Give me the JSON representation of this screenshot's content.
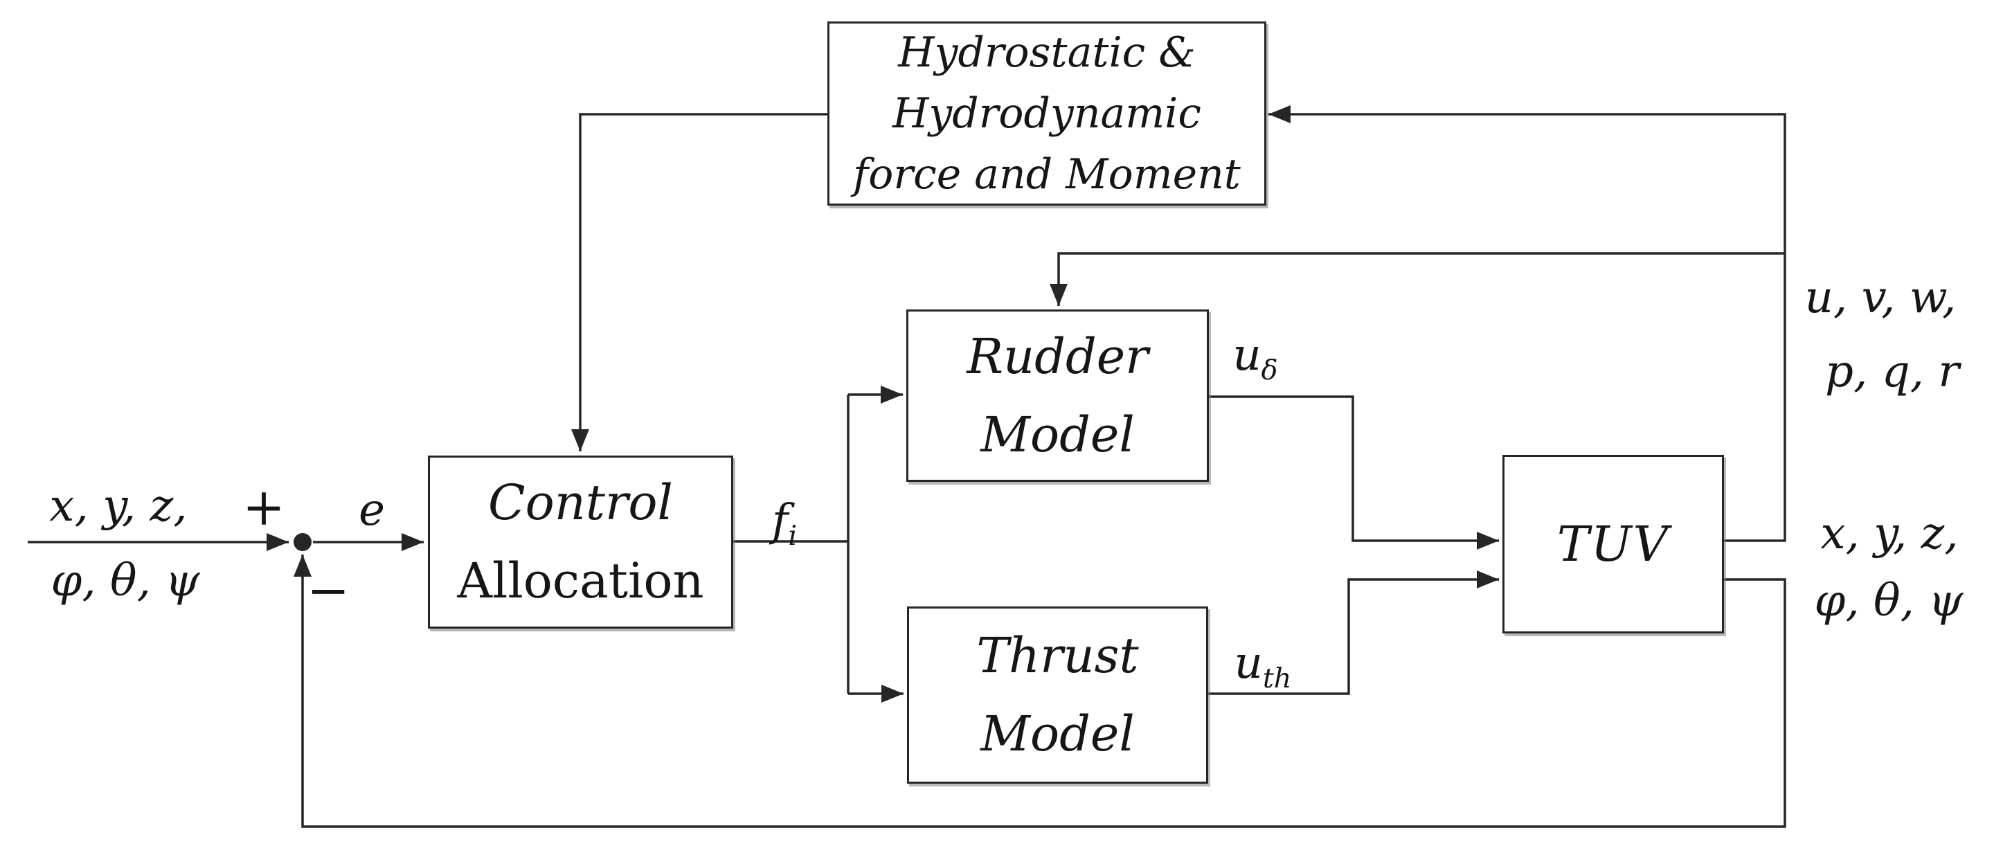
{
  "diagram": {
    "colors": {
      "ink": "#262626",
      "background": "#ffffff"
    },
    "boxes": {
      "hydro": {
        "line1": "Hydrostatic &",
        "line2": "Hydrodynamic",
        "line3": "force and Moment"
      },
      "control": {
        "line1": "Control",
        "line2": "Allocation"
      },
      "rudder": {
        "line1": "Rudder",
        "line2": "Model"
      },
      "thrust": {
        "line1": "Thrust",
        "line2": "Model"
      },
      "tuv": {
        "label": "TUV"
      }
    },
    "labels": {
      "input_top": "x, y, z,",
      "input_bottom": "φ, θ, ψ",
      "plus": "+",
      "minus": "−",
      "error": "e",
      "force": {
        "base": "f",
        "sub": "i"
      },
      "rudder_cmd": {
        "base": "u",
        "sub": "δ"
      },
      "thrust_cmd": {
        "base": "u",
        "sub": "th"
      },
      "velocity_top": "u, v, w,",
      "velocity_bottom": "p, q, r",
      "position_top": "x, y, z,",
      "position_bottom": "φ, θ, ψ"
    }
  }
}
